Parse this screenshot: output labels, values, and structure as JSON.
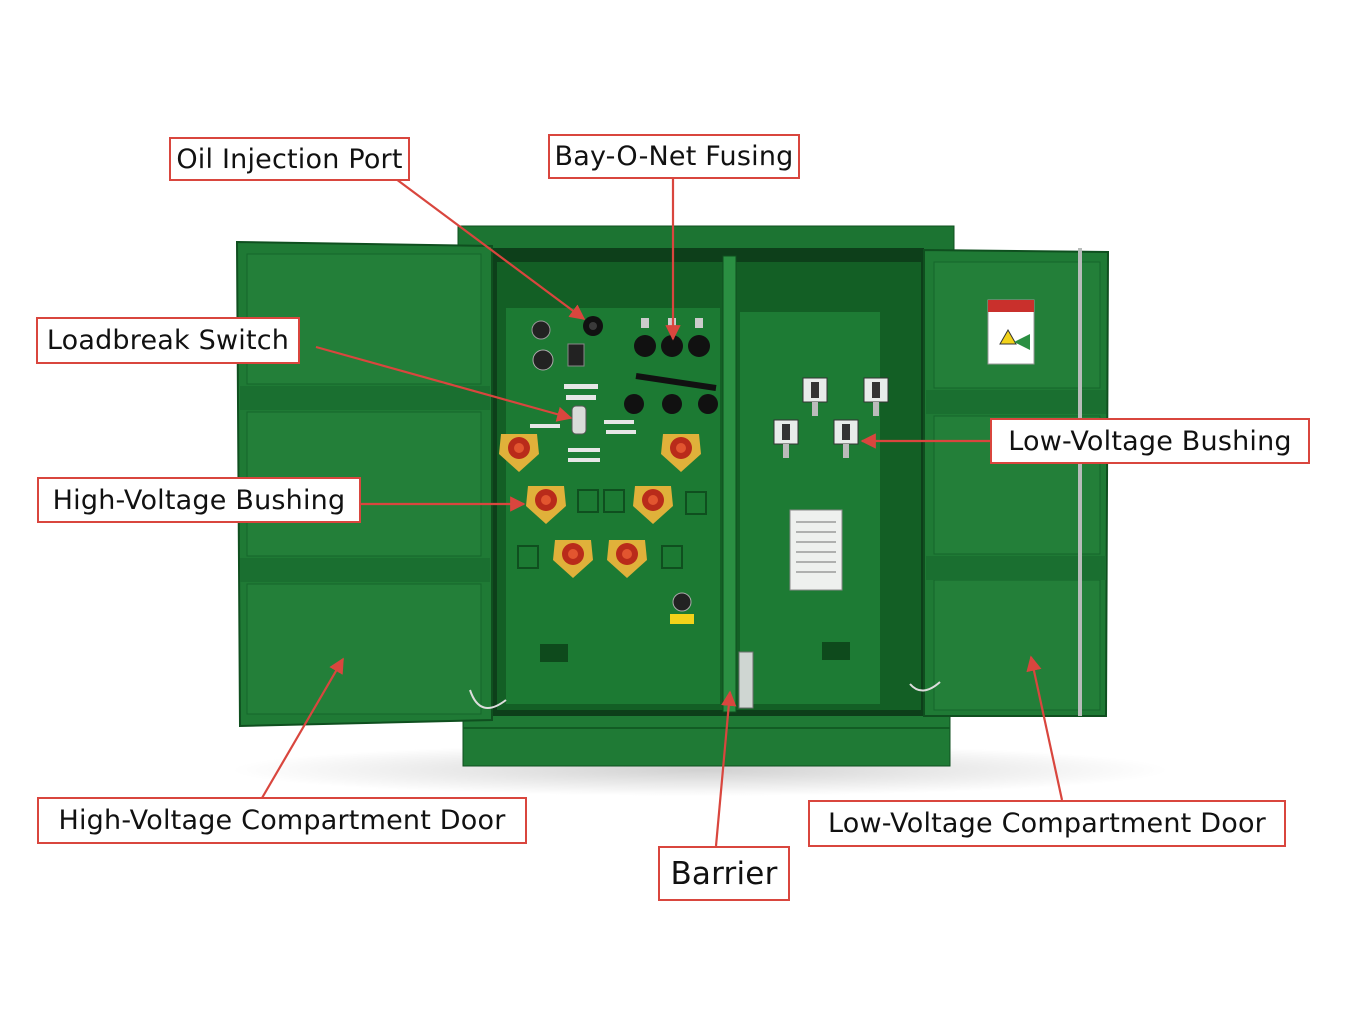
{
  "colors": {
    "cabinet": "#1f7a35",
    "cabinet_dark": "#125c24",
    "cabinet_light": "#2a8f42",
    "callout_border": "#d9463e",
    "leader": "#d9463e",
    "bushing_ring": "#e0b13a",
    "bushing_cap": "#b92b1a",
    "warning_label": "#c9302c"
  },
  "labels": {
    "oil_injection_port": "Oil Injection Port",
    "bay_o_net_fusing": "Bay-O-Net Fusing",
    "loadbreak_switch": "Loadbreak Switch",
    "high_voltage_bushing": "High-Voltage Bushing",
    "low_voltage_bushing": "Low-Voltage Bushing",
    "high_voltage_compartment_door": "High-Voltage Compartment Door",
    "barrier": "Barrier",
    "low_voltage_compartment_door": "Low-Voltage Compartment Door"
  }
}
